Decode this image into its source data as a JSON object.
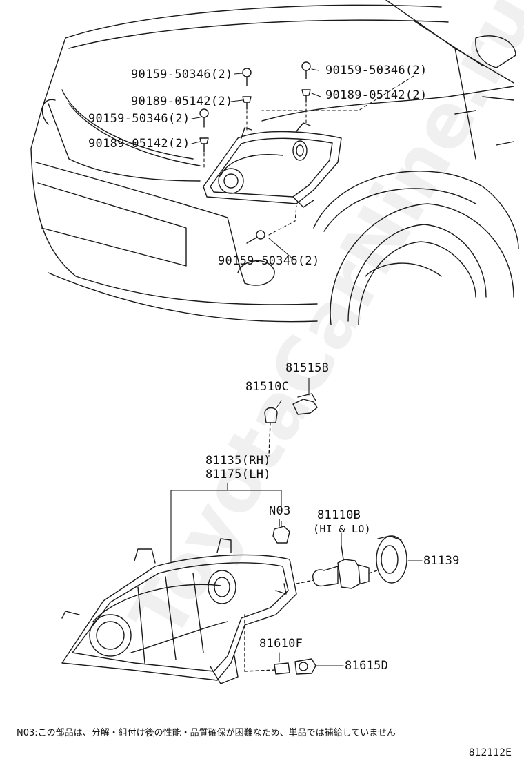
{
  "watermark": "ToyotaCarNine.ru",
  "top_assembly": {
    "labels": {
      "bolt_left_1": "90159-50346(2)",
      "clip_left_1": "90189-05142(2)",
      "bolt_left_2": "90159-50346(2)",
      "clip_left_2": "90189-05142(2)",
      "bolt_right": "90159-50346(2)",
      "clip_right": "90189-05142(2)",
      "bolt_bottom": "90159-50346(2)"
    }
  },
  "lamp_assembly": {
    "labels": {
      "bulb_socket": "81515B",
      "bulb_small": "81510C",
      "unit_rh": "81135(RH)",
      "unit_lh": "81175(LH)",
      "note_part": "N03",
      "main_bulb": "81110B",
      "main_bulb_sub": "(HI & LO)",
      "cap": "81139",
      "side_bulb": "81610F",
      "side_socket": "81615D"
    }
  },
  "footnote": "N03:この部品は、分解・組付け後の性能・品質確保が困難なため、単品では補給していません",
  "figure_number": "812112E"
}
